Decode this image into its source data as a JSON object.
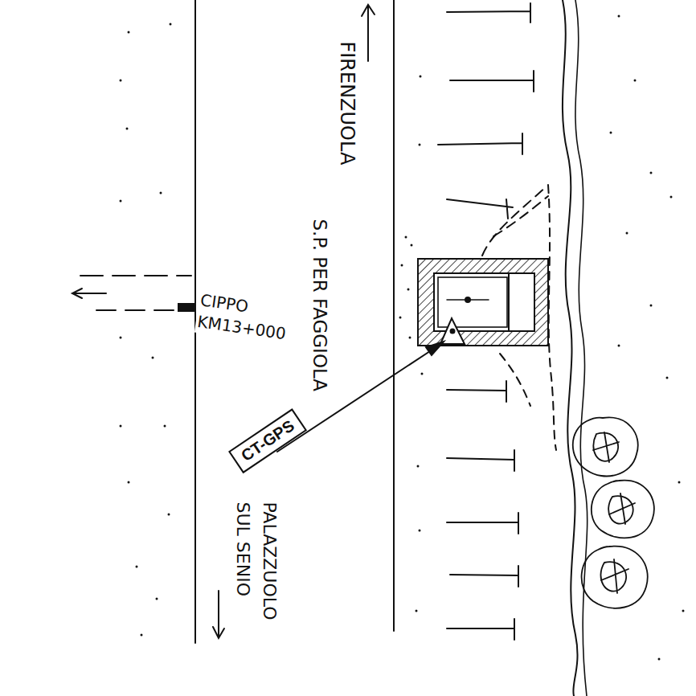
{
  "diagram": {
    "nodes": [
      {
        "text": [
          "CT-GPS"
        ]
      }
    ],
    "labels": [
      "FIRENZUOLA",
      "S.P. PER FAGGIOLA",
      "CIPPO KM13+000",
      "PALAZZUOLO SUL SENIO"
    ]
  }
}
